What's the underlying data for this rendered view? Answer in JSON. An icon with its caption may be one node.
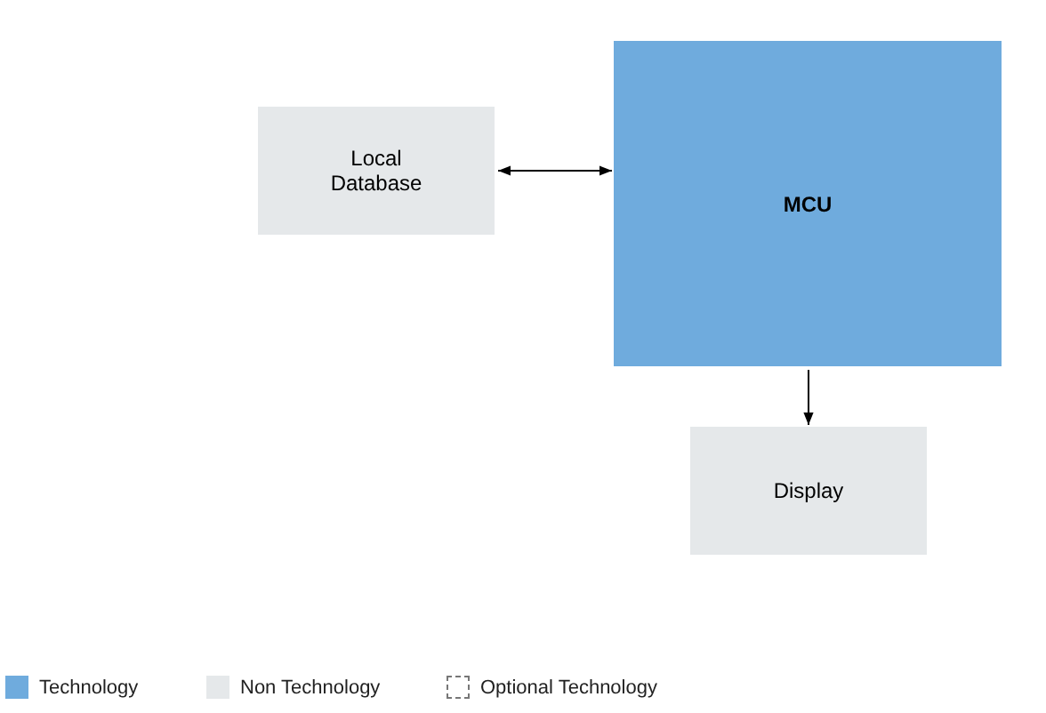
{
  "diagram": {
    "nodes": [
      {
        "text": [
          "Local Database"
        ]
      },
      {
        "text": [
          "MCU"
        ]
      },
      {
        "text": [
          "Display"
        ]
      }
    ],
    "edges": [
      {
        "from": 0,
        "to": 1,
        "arrow": "both"
      },
      {
        "from": 1,
        "to": 2,
        "arrow": "to"
      }
    ],
    "legend": [
      {
        "text": "Technology",
        "color": "#6fabdd"
      },
      {
        "text": "Non Technology",
        "color": "#e5e8ea"
      },
      {
        "text": "Optional Technology"
      }
    ]
  }
}
